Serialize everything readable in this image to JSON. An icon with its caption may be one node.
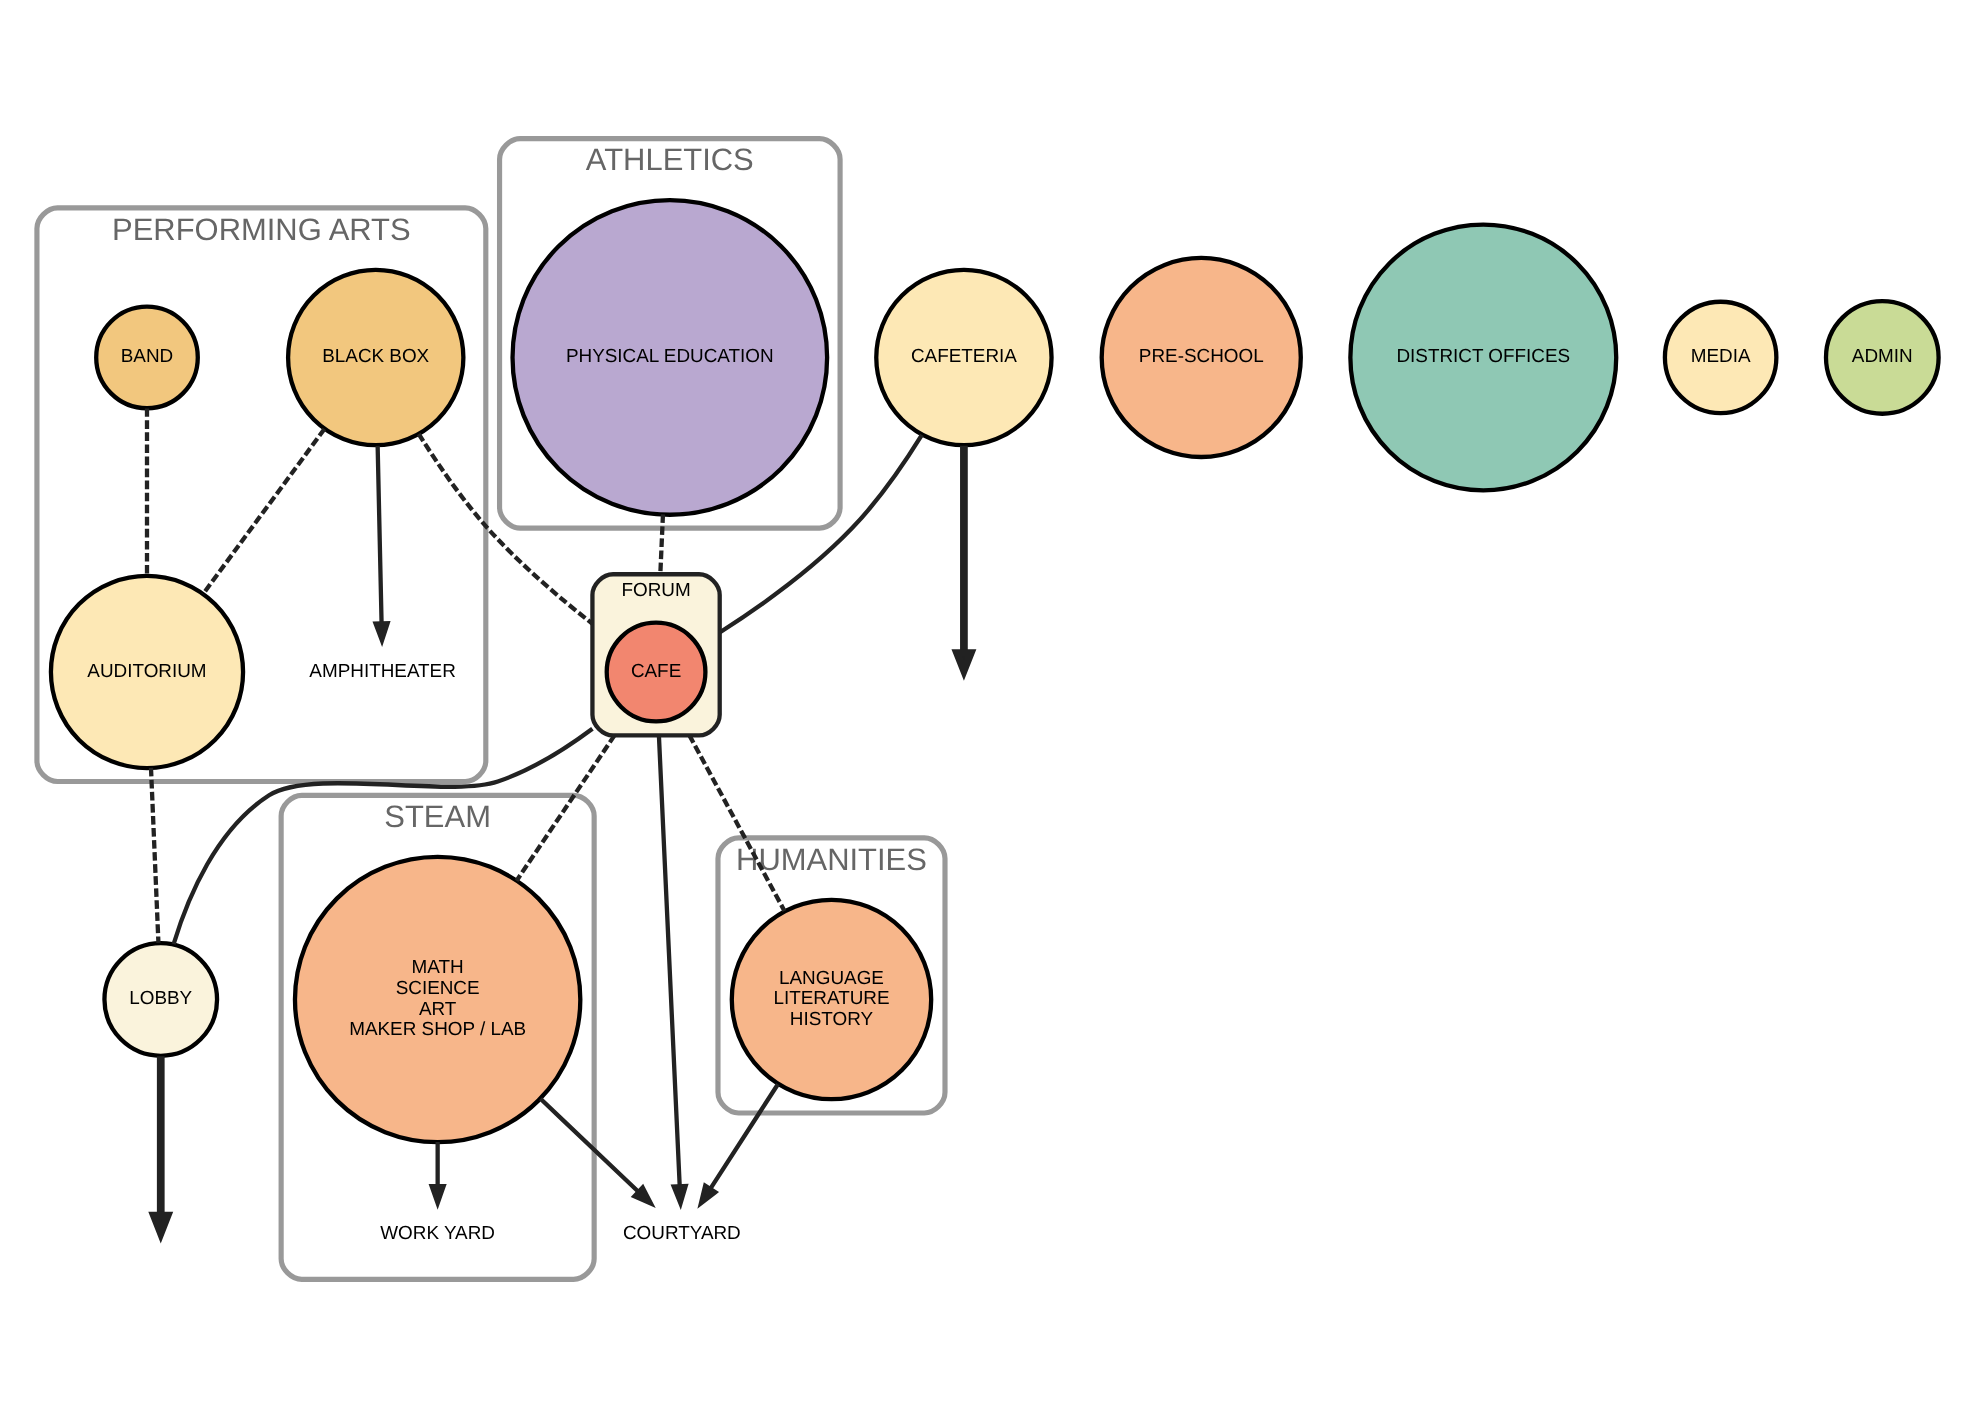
{
  "diagram": {
    "nodes": [
      {
        "text": [
          "ATHLETICS"
        ]
      },
      {
        "text": [
          "PHYSICAL EDUCATION"
        ],
        "in": 0
      },
      {
        "text": [
          "CAFETERIA"
        ]
      },
      {
        "text": [
          "HUMANITIES"
        ]
      },
      {
        "text": [
          "LANGUAGE",
          "LITERATURE",
          "HISTORY"
        ],
        "in": 3
      },
      {
        "text": [
          "PRE-SCHOOL"
        ]
      },
      {
        "text": [
          "DISTRICT OFFICES"
        ]
      },
      {
        "text": [
          "FORUM"
        ]
      },
      {
        "text": [
          "MEDIA"
        ]
      },
      {
        "text": [
          "CAFE"
        ],
        "in": 7
      },
      {
        "text": [
          "COURTYARD"
        ]
      },
      {
        "text": [
          "PERFORMING ARTS"
        ]
      },
      {
        "text": [
          "BLACK BOX"
        ],
        "in": 11
      },
      {
        "text": [
          "AMPHITHEATER"
        ],
        "in": 11
      },
      {
        "text": [
          "BAND"
        ],
        "in": 11
      },
      {
        "text": [
          "AUDITORIUM"
        ],
        "in": 11
      },
      {
        "text": [
          "LOBBY"
        ]
      },
      {
        "text": [
          "ADMIN"
        ]
      },
      {
        "text": [
          "STEAM"
        ]
      },
      {
        "text": [
          "MATH",
          "SCIENCE",
          "ART",
          "MAKER SHOP / LAB"
        ],
        "in": 18
      },
      {
        "text": [
          "WORK YARD"
        ],
        "in": 18
      }
    ],
    "edges": [
      {
        "from": 2,
        "to": null,
        "arrow": "to",
        "style": "thick"
      },
      {
        "from": 2,
        "to": 7,
        "arrow": "none"
      },
      {
        "from": 1,
        "to": 7,
        "arrow": "none",
        "style": "dashed"
      },
      {
        "from": 7,
        "to": 4,
        "arrow": "none",
        "style": "dashed"
      },
      {
        "from": 7,
        "to": 10,
        "arrow": "to"
      },
      {
        "from": 4,
        "to": 10,
        "arrow": "to"
      },
      {
        "from": 12,
        "to": 13,
        "arrow": "to"
      },
      {
        "from": 12,
        "to": 7,
        "arrow": "none",
        "style": "dashed"
      },
      {
        "from": 12,
        "to": 15,
        "arrow": "none",
        "style": "dashed"
      },
      {
        "from": 14,
        "to": 15,
        "arrow": "none",
        "style": "dashed"
      },
      {
        "from": 7,
        "to": 16,
        "arrow": "none"
      },
      {
        "from": 15,
        "to": 16,
        "arrow": "none",
        "style": "dashed"
      },
      {
        "from": 7,
        "to": 19,
        "arrow": "none",
        "style": "dashed"
      },
      {
        "from": 19,
        "to": 10,
        "arrow": "to"
      },
      {
        "from": 19,
        "to": 20,
        "arrow": "to"
      },
      {
        "from": 16,
        "to": null,
        "arrow": "to",
        "style": "thick"
      }
    ]
  }
}
